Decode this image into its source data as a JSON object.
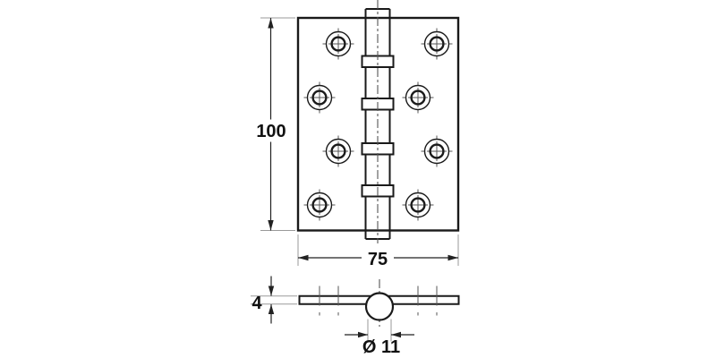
{
  "drawing": {
    "type": "technical-drawing",
    "subject": "butt hinge, two views with dimensions",
    "views": {
      "front": {
        "height_dim": "100",
        "width_dim": "75"
      },
      "side": {
        "thickness_dim": "4",
        "knuckle_diameter_dim": "Ø 11"
      }
    },
    "colors": {
      "outline": "#1a1a1a",
      "dimension": "#222222",
      "extension": "#9a9a9a",
      "centerline": "#555555",
      "background": "#ffffff"
    }
  }
}
